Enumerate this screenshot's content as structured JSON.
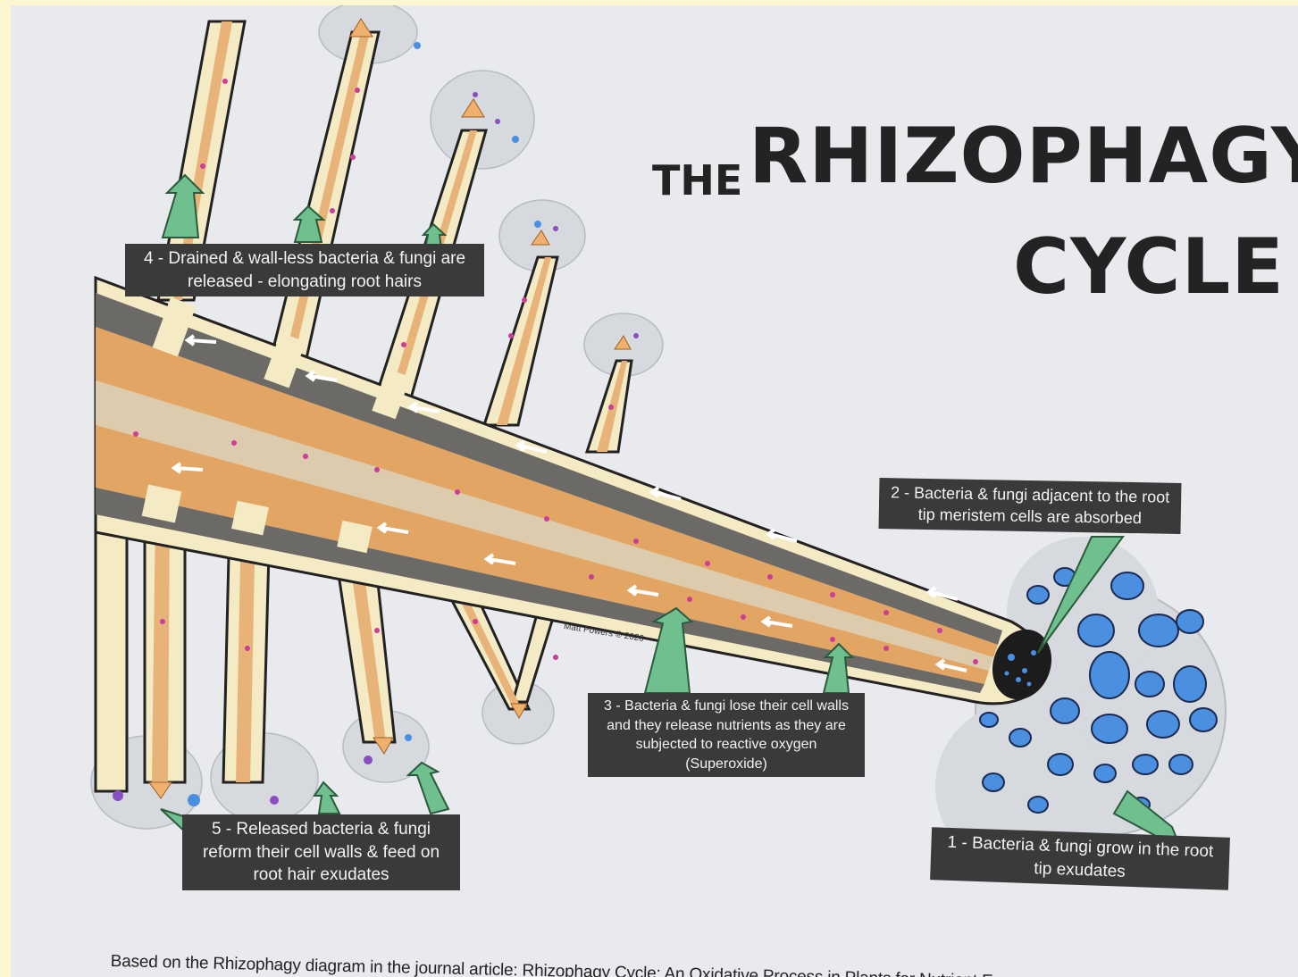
{
  "title": {
    "prefix": "THE",
    "main": "RHIZOPHAGY",
    "line2": "CYCLE"
  },
  "steps": [
    {
      "id": 1,
      "text": "1 - Bacteria & fungi grow in the root tip exudates"
    },
    {
      "id": 2,
      "text": "2 - Bacteria & fungi adjacent to the root tip meristem cells are absorbed"
    },
    {
      "id": 3,
      "text": "3 - Bacteria & fungi lose their cell walls and they release nutrients as they are subjected to reactive oxygen (Superoxide)"
    },
    {
      "id": 4,
      "text": "4 - Drained & wall-less bacteria & fungi are released - elongating root hairs"
    },
    {
      "id": 5,
      "text": "5 - Released bacteria & fungi reform their cell walls & feed on root hair exudates"
    }
  ],
  "credit": "Matt Powers © 2020",
  "caption": "Based on the Rhizophagy diagram in the journal article: Rhizophagy Cycle: An Oxidative Process in Plants for Nutrient Ex",
  "colors": {
    "background": "#e9eaee",
    "page_edge": "#fdf7cf",
    "root_fill": "#f4eac4",
    "cortex": "#e2a563",
    "dark_band": "#6b6a66",
    "core": "#dcccad",
    "arrow_green": "#6fbf8f",
    "microbe_blue": "#4b8fe0",
    "microbe_purple": "#8a4ec0",
    "dots_magenta": "#cc3d9a",
    "label_bg": "#3a3a3a"
  }
}
